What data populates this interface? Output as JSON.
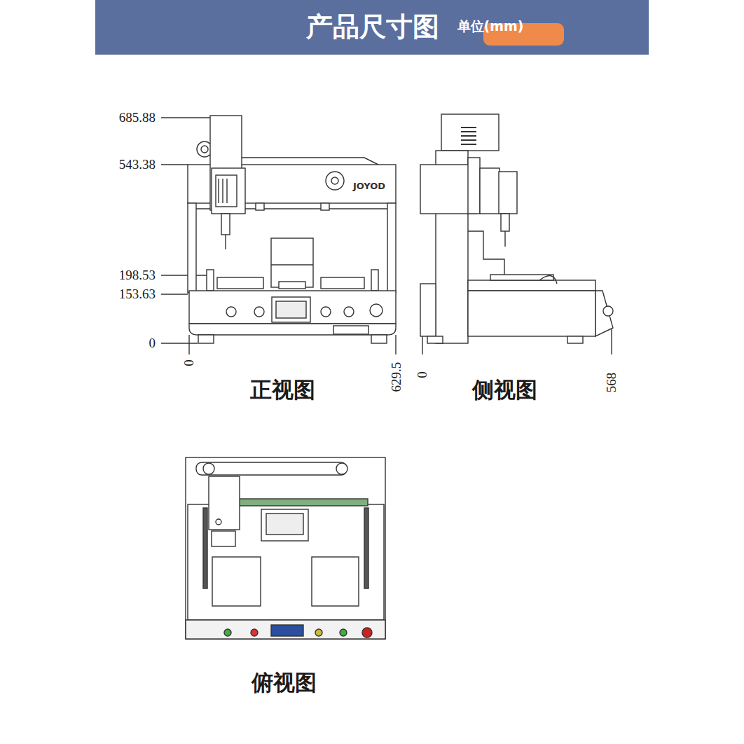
{
  "diagram": {
    "nodes": [
      {
        "text": [
          "产品尺寸图"
        ]
      },
      {
        "text": [
          "单位(mm)"
        ],
        "in": 0
      }
    ],
    "labels": [
      "685.88",
      "543.38",
      "198.53",
      "153.63",
      "0",
      "0",
      "629.5",
      "正视图",
      "0",
      "568",
      "侧视图",
      "俯视图",
      "JOYOD"
    ]
  }
}
